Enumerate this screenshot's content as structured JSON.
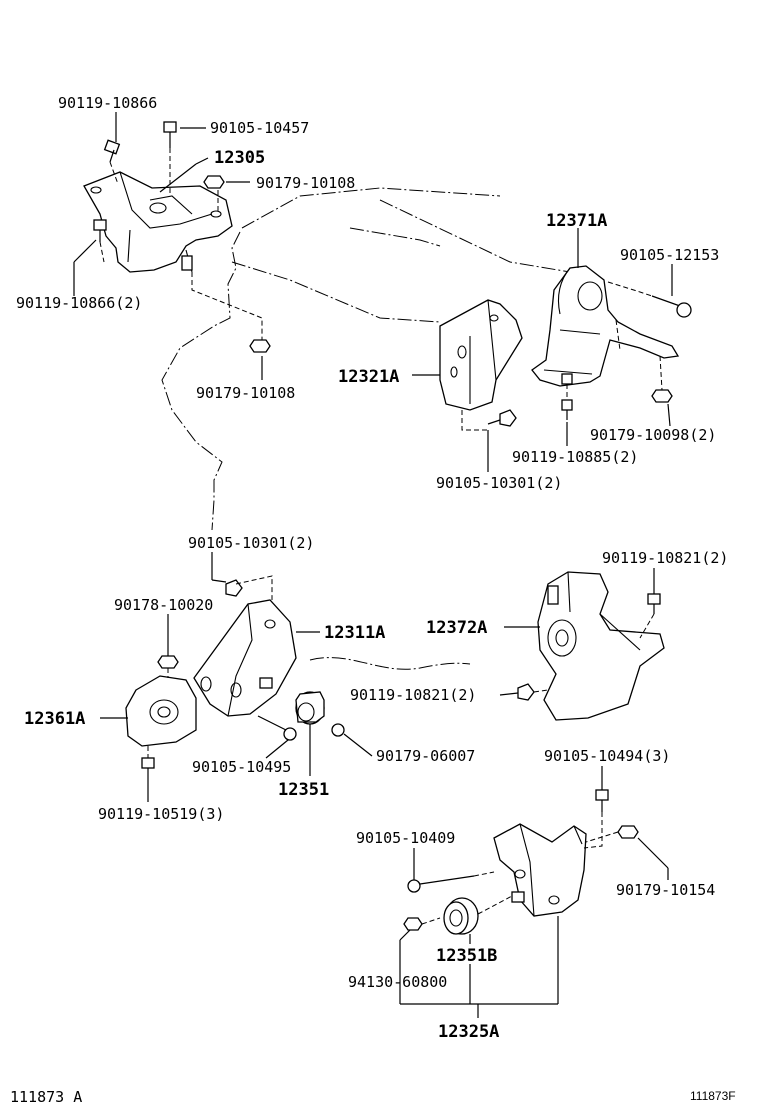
{
  "labels": {
    "l_90119_10866_top": "90119-10866",
    "l_90105_10457": "90105-10457",
    "l_12305": "12305",
    "l_90179_10108_top": "90179-10108",
    "l_90119_10866_2": "90119-10866(2)",
    "l_90179_10108_mid": "90179-10108",
    "l_12371A": "12371A",
    "l_90105_12153": "90105-12153",
    "l_12321A": "12321A",
    "l_90179_10098_2": "90179-10098(2)",
    "l_90119_10885_2": "90119-10885(2)",
    "l_90105_10301_2_a": "90105-10301(2)",
    "l_90105_10301_2_b": "90105-10301(2)",
    "l_90119_10821_2_a": "90119-10821(2)",
    "l_90178_10020": "90178-10020",
    "l_12311A": "12311A",
    "l_12372A": "12372A",
    "l_12361A": "12361A",
    "l_90119_10821_2_b": "90119-10821(2)",
    "l_90105_10495": "90105-10495",
    "l_90179_06007": "90179-06007",
    "l_12351": "12351",
    "l_90105_10494_3": "90105-10494(3)",
    "l_90119_10519_3": "90119-10519(3)",
    "l_90105_10409": "90105-10409",
    "l_90179_10154": "90179-10154",
    "l_12351B": "12351B",
    "l_94130_60800": "94130-60800",
    "l_12325A": "12325A"
  },
  "footer": {
    "left_code": "111873  A",
    "right_code": "111873F"
  }
}
